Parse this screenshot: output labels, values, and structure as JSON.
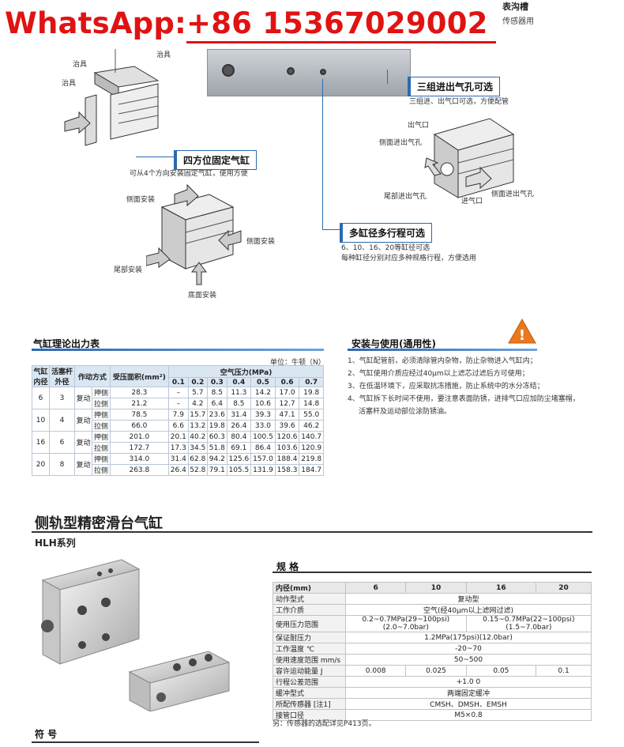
{
  "watermark": {
    "text": "WhatsApp:+86 15367029002"
  },
  "top_right": {
    "line1": "表沟槽",
    "line2": "传感器用"
  },
  "features": {
    "three_ports": {
      "title": "三组进出气孔可选",
      "note": "三组进、出气口可选，方便配管"
    },
    "four_dir_mount": {
      "title": "四方位固定气缸",
      "note": "可从4个方向安装固定气缸，使用方便"
    },
    "multi_bore": {
      "title": "多缸径多行程可选",
      "note1": "6、10、16、20等缸径可选",
      "note2": "每种缸径分别对应多种规格行程，方便选用"
    }
  },
  "diagram_labels": {
    "fixture1": "治具",
    "fixture2": "治具",
    "fixture_top": "治具",
    "side_install": "侧面安装",
    "side_install2": "侧面安装",
    "rear_install": "尾部安装",
    "bottom_install": "底面安装",
    "outlet": "出气口",
    "side_port": "侧面进出气孔",
    "rear_port": "尾部进出气孔",
    "inlet": "进气口",
    "side_port2": "侧面进出气孔"
  },
  "force_table": {
    "title": "气缸理论出力表",
    "unit": "单位：牛顿（N）",
    "headers": {
      "bore": "气缸内径",
      "rod": "活塞杆外径",
      "action": "作动方式",
      "area": "受压面积(mm²)",
      "pressure": "空气压力(MPa)",
      "pressures": [
        "0.1",
        "0.2",
        "0.3",
        "0.4",
        "0.5",
        "0.6",
        "0.7"
      ]
    },
    "rows": [
      {
        "bore": "6",
        "rod": "3",
        "action": "复动",
        "sub": [
          {
            "side": "押侧",
            "area": "28.3",
            "vals": [
              "–",
              "5.7",
              "8.5",
              "11.3",
              "14.2",
              "17.0",
              "19.8"
            ]
          },
          {
            "side": "拉侧",
            "area": "21.2",
            "vals": [
              "–",
              "4.2",
              "6.4",
              "8.5",
              "10.6",
              "12.7",
              "14.8"
            ]
          }
        ]
      },
      {
        "bore": "10",
        "rod": "4",
        "action": "复动",
        "sub": [
          {
            "side": "押侧",
            "area": "78.5",
            "vals": [
              "7.9",
              "15.7",
              "23.6",
              "31.4",
              "39.3",
              "47.1",
              "55.0"
            ]
          },
          {
            "side": "拉侧",
            "area": "66.0",
            "vals": [
              "6.6",
              "13.2",
              "19.8",
              "26.4",
              "33.0",
              "39.6",
              "46.2"
            ]
          }
        ]
      },
      {
        "bore": "16",
        "rod": "6",
        "action": "复动",
        "sub": [
          {
            "side": "押侧",
            "area": "201.0",
            "vals": [
              "20.1",
              "40.2",
              "60.3",
              "80.4",
              "100.5",
              "120.6",
              "140.7"
            ]
          },
          {
            "side": "拉侧",
            "area": "172.7",
            "vals": [
              "17.3",
              "34.5",
              "51.8",
              "69.1",
              "86.4",
              "103.6",
              "120.9"
            ]
          }
        ]
      },
      {
        "bore": "20",
        "rod": "8",
        "action": "复动",
        "sub": [
          {
            "side": "押侧",
            "area": "314.0",
            "vals": [
              "31.4",
              "62.8",
              "94.2",
              "125.6",
              "157.0",
              "188.4",
              "219.8"
            ]
          },
          {
            "side": "拉侧",
            "area": "263.8",
            "vals": [
              "26.4",
              "52.8",
              "79.1",
              "105.5",
              "131.9",
              "158.3",
              "184.7"
            ]
          }
        ]
      }
    ]
  },
  "install": {
    "title": "安装与使用(通用性)",
    "items": [
      "1、气缸配管前，必须清除管内杂物，防止杂物进入气缸内；",
      "2、气缸使用介质应经过40μm以上滤芯过滤后方可使用；",
      "3、在低温环境下，应采取抗冻措施，防止系统中的水分冻结；",
      "4、气缸拆下长时间不使用，要注意表面防锈，进排气口应加防尘堵塞帽，",
      "活塞杆及运动部位涂防锈油。"
    ],
    "warning_glyph": "!"
  },
  "product": {
    "title": "侧轨型精密滑台气缸",
    "series": "HLH系列",
    "symbol_title": "符 号"
  },
  "spec": {
    "title": "规 格",
    "headers": [
      "内径(mm)",
      "6",
      "10",
      "16",
      "20"
    ],
    "rows": [
      {
        "k": "动作型式",
        "v": "复动型"
      },
      {
        "k": "工作介质",
        "v": "空气(经40μm以上滤网过滤)"
      },
      {
        "k": "使用压力范围",
        "v1": "0.2~0.7MPa(29~100psi)(2.0~7.0bar)",
        "v2": "0.15~0.7MPa(22~100psi)(1.5~7.0bar)"
      },
      {
        "k": "保证耐压力",
        "v": "1.2MPa(175psi)(12.0bar)"
      },
      {
        "k": "工作温度 ℃",
        "v": "-20~70"
      },
      {
        "k": "使用速度范围 mm/s",
        "v": "50~500"
      },
      {
        "k": "容许运动能量 J",
        "vals": [
          "0.008",
          "0.025",
          "0.05",
          "0.1"
        ]
      },
      {
        "k": "行程公差范围",
        "v": "+1.0 0"
      },
      {
        "k": "缓冲型式",
        "v": "两端固定缓冲"
      },
      {
        "k": "所配传感器 [注1]",
        "v": "CMSH、DMSH、EMSH"
      },
      {
        "k": "接管口径",
        "v": "M5×0.8"
      }
    ],
    "footnote": "另：传感器的选配详见P413页。"
  },
  "colors": {
    "watermark": "#e01313",
    "accent": "#2b6ab0",
    "warning": "#e8791e"
  }
}
